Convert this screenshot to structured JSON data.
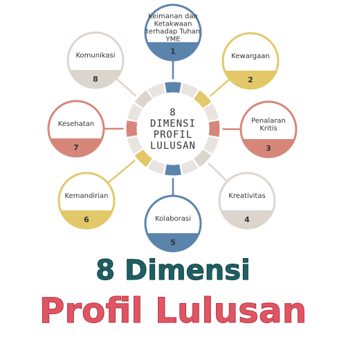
{
  "hub": {
    "lines": [
      "8",
      "DIMENSI",
      "PROFIL",
      "LULUSAN"
    ]
  },
  "dimensions": [
    {
      "number": "1",
      "lines": [
        "Keimanan dan",
        "Ketakwaan",
        "terhadap Tuhan",
        "YME"
      ],
      "color": "#5b84ad"
    },
    {
      "number": "2",
      "lines": [
        "Kewargaan"
      ],
      "color": "#e3c86a"
    },
    {
      "number": "3",
      "lines": [
        "Penalaran",
        "Kritis"
      ],
      "color": "#d68779"
    },
    {
      "number": "4",
      "lines": [
        "Kreativitas"
      ],
      "color": "#dcd5cd"
    },
    {
      "number": "5",
      "lines": [
        "Kolaborasi"
      ],
      "color": "#5b84ad"
    },
    {
      "number": "6",
      "lines": [
        "Kemandirian"
      ],
      "color": "#e3c86a"
    },
    {
      "number": "7",
      "lines": [
        "Kesehatan"
      ],
      "color": "#d68779"
    },
    {
      "number": "8",
      "lines": [
        "Komunikasi"
      ],
      "color": "#dcd5cd"
    }
  ],
  "title": {
    "line1": "8 Dimensi",
    "line2": "Profil Lulusan"
  },
  "colors": {
    "blue": "#5b84ad",
    "yellow": "#e3c86a",
    "salmon": "#d68779",
    "beige": "#dcd5cd",
    "title_teal": "#1f5f63",
    "title_red": "#e05563"
  }
}
